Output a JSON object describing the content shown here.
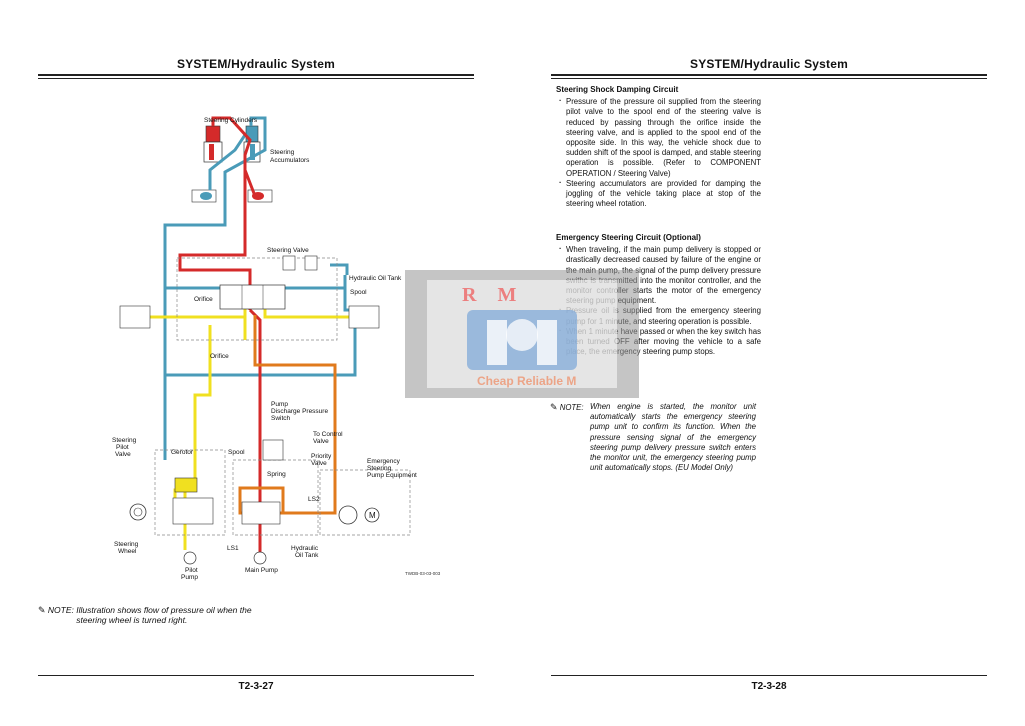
{
  "left_page": {
    "header": "SYSTEM/Hydraulic System",
    "footer": "T2-3-27",
    "note_label": "NOTE:",
    "note_text": "Illustration shows flow of pressure oil when the steering wheel is turned right.",
    "diagram": {
      "steering_cylinders": "Steering Cylinders",
      "steering_accumulators_1": "Steering",
      "steering_accumulators_2": "Accumulators",
      "steering_valve": "Steering Valve",
      "hydraulic_oil_tank": "Hydraulic Oil Tank",
      "orifice_top": "Orifice",
      "spool_top": "Spool",
      "orifice_bottom": "Orifice",
      "pump_discharge_1": "Pump",
      "pump_discharge_2": "Discharge Pressure",
      "pump_discharge_3": "Switch",
      "to_control_1": "To Control",
      "to_control_2": "Valve",
      "priority_1": "Priority",
      "priority_2": "Valve",
      "emergency_1": "Emergency",
      "emergency_2": "Steering",
      "emergency_3": "Pump Equipment",
      "steering_pilot_1": "Steering",
      "steering_pilot_2": "Pilot",
      "steering_pilot_3": "Valve",
      "gerotor": "Gerotor",
      "spool_bottom": "Spool",
      "spring": "Spring",
      "ls2": "LS2",
      "ls1": "LS1",
      "steering_wheel_1": "Steering",
      "steering_wheel_2": "Wheel",
      "pilot_pump_1": "Pilot",
      "pilot_pump_2": "Pump",
      "main_pump": "Main Pump",
      "hyd_tank_1": "Hydraulic",
      "hyd_tank_2": "Oil Tank",
      "motor_symbol": "M",
      "figure_code": "TWDB-03-03-003"
    }
  },
  "right_page": {
    "header": "SYSTEM/Hydraulic System",
    "footer": "T2-3-28",
    "section1": {
      "title": "Steering Shock Damping Circuit",
      "bullets": [
        "Pressure of the pressure oil supplied from the steering pilot valve to the spool end of the steering valve is reduced by passing through the orifice inside the steering valve, and is applied to the spool end of the opposite side. In this way, the vehicle shock due to sudden shift of the spool is damped, and stable steering operation is possible. (Refer to COMPONENT OPERATION / Steering Valve)",
        "Steering accumulators are provided for damping the joggling of the vehicle taking place at stop of the steering wheel rotation."
      ]
    },
    "section2": {
      "title": "Emergency Steering Circuit (Optional)",
      "bullets": [
        "When traveling, if the main pump delivery is stopped or drastically decreased caused by failure of the engine or the main pump, the signal of the pump delivery pressure swithc is transmitted into the monitor controller, and the monitor controller starts the motor of the emergency steering pump equipment.",
        "Pressure oil is supplied from the emergency steering pump for 1 minute, and steering operation is possible.",
        "When 1 minute have passed or when the key switch has been turned OFF after moving the vehicle to a safe place, the emergency steering pump stops."
      ]
    },
    "note_label": "NOTE:",
    "note_text": "When engine is started, the monitor unit automatically starts the emergency steering pump unit to confirm its function. When the pressure sensing signal of the emergency steering pump delivery pressure switch enters the monitor unit, the emergency steering pump unit automatically stops. (EU Model Only)"
  },
  "watermark": {
    "logo_letters": "R M",
    "caption": "Cheap Reliable M"
  },
  "colors": {
    "pressure_red": "#d42a2a",
    "return_blue": "#4a9bb8",
    "pilot_yellow": "#f0e020",
    "ls_orange": "#e07a1c"
  }
}
